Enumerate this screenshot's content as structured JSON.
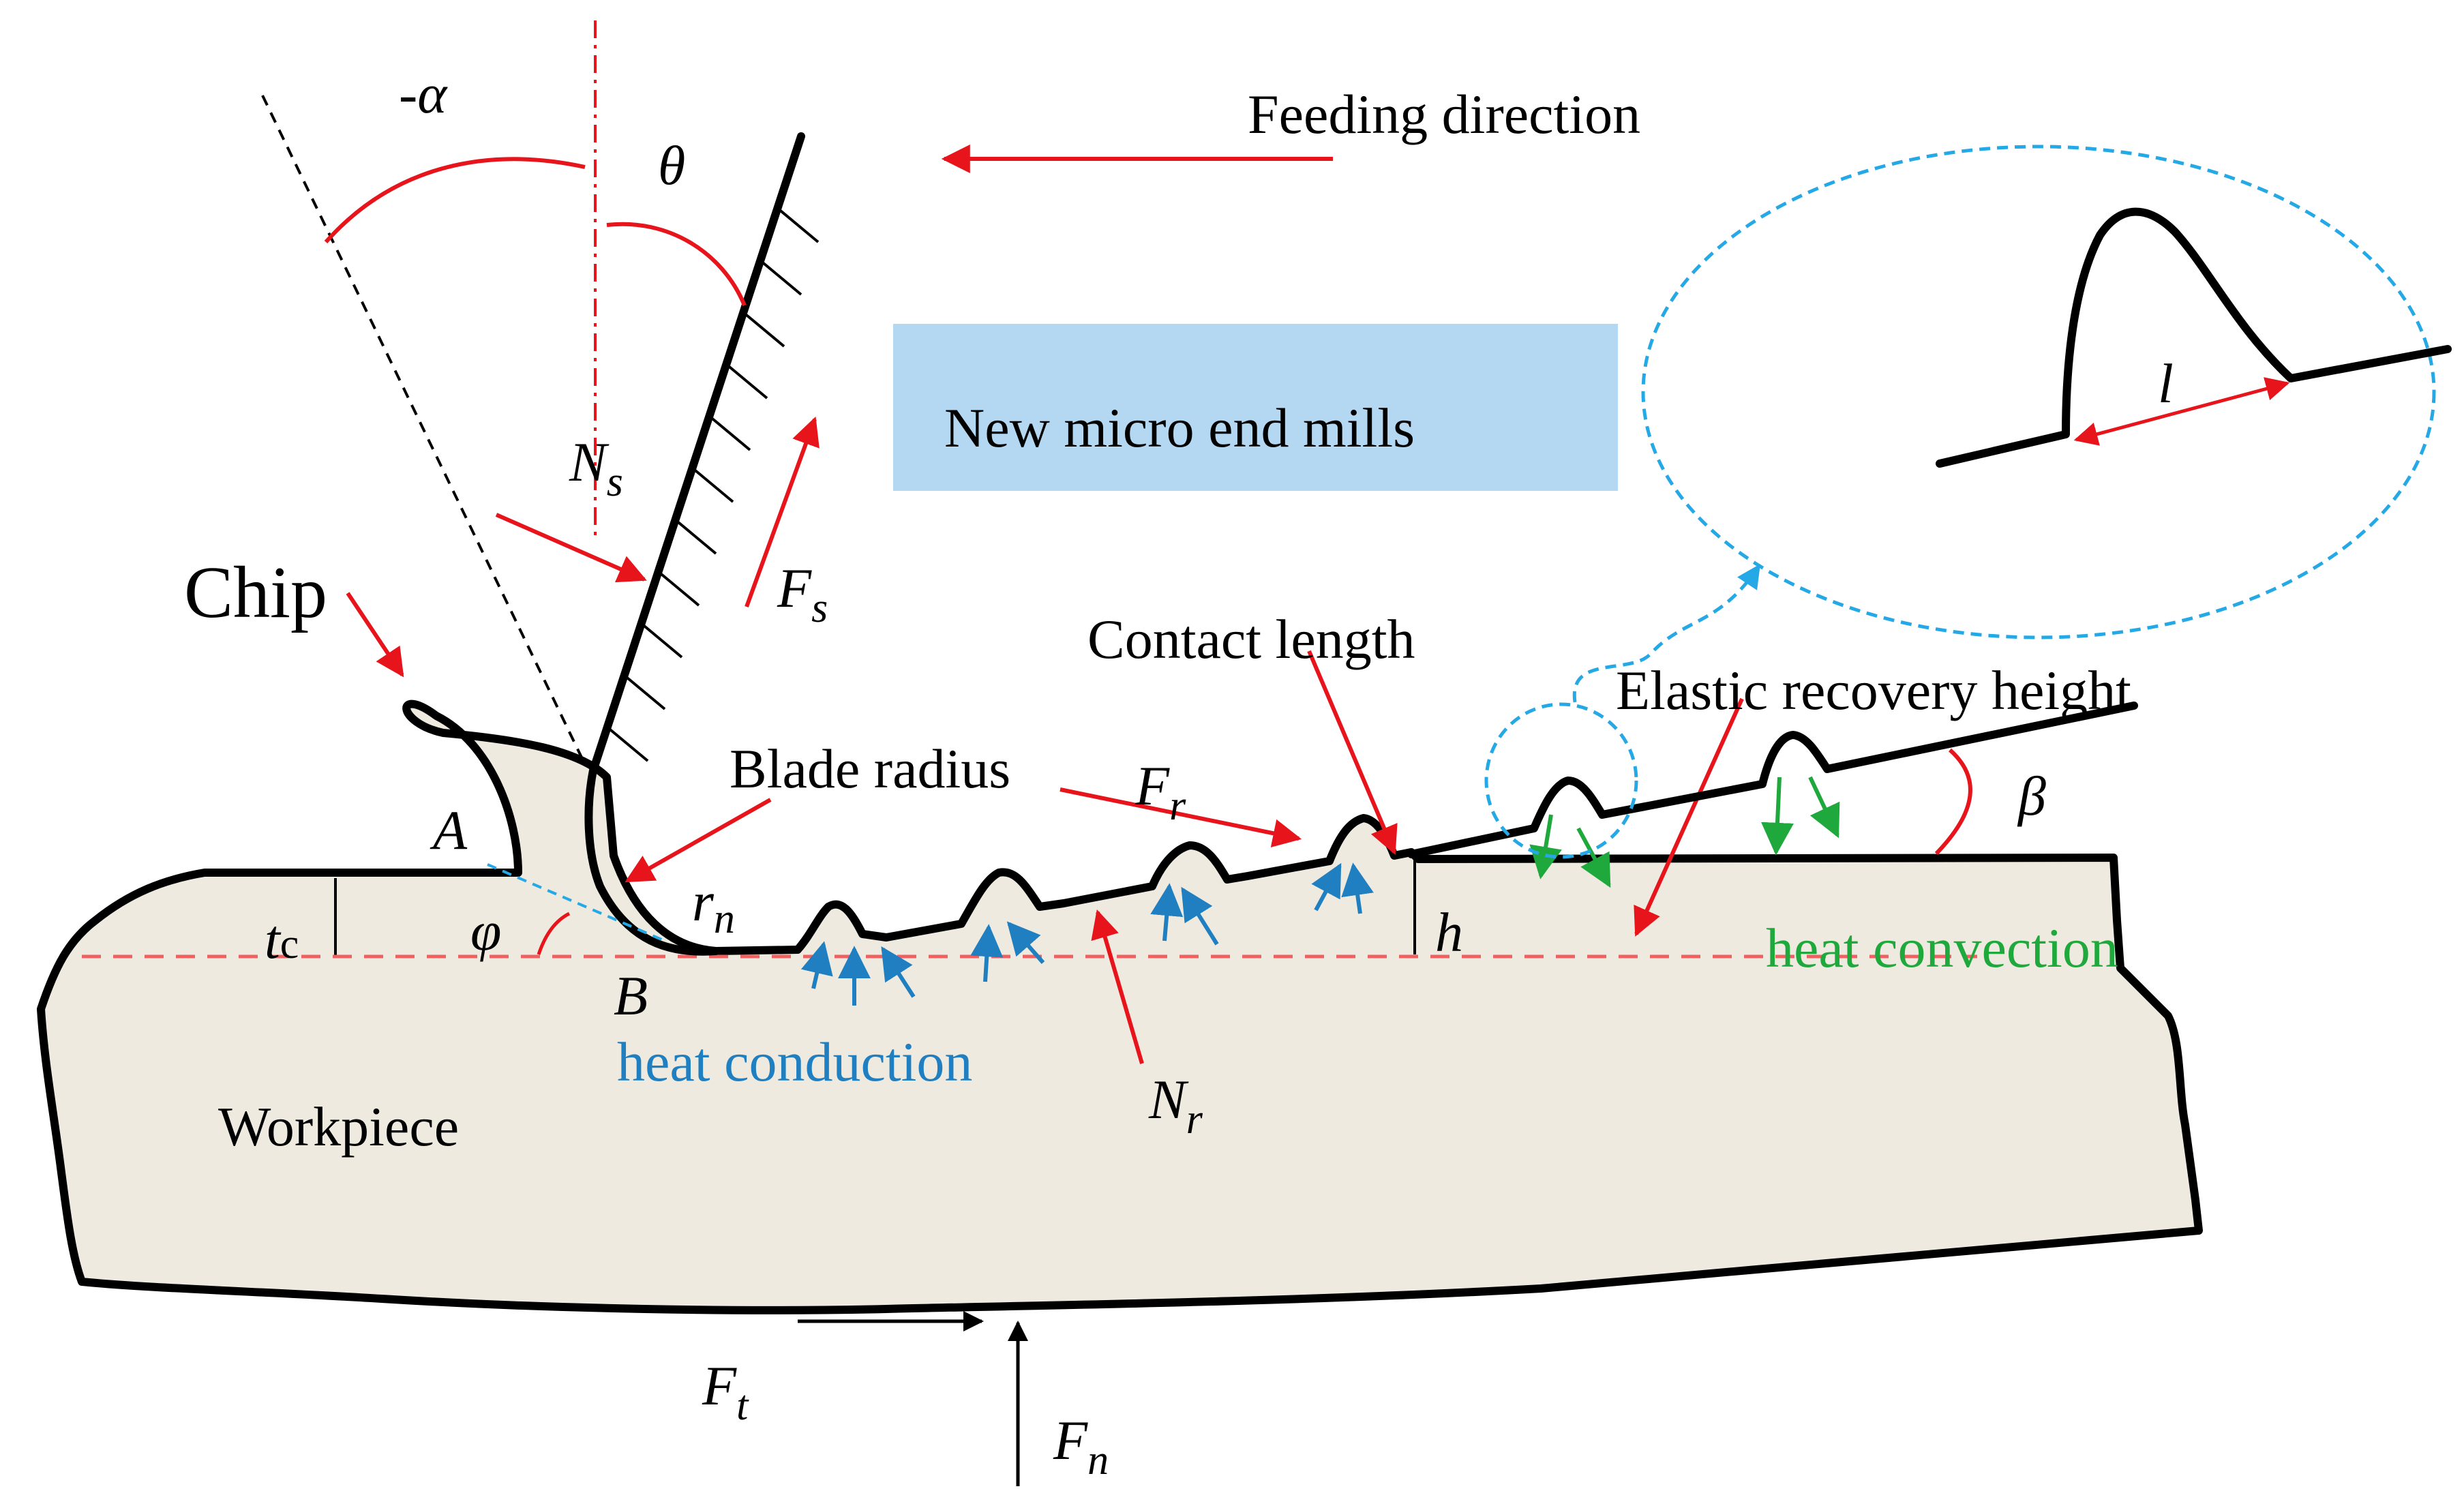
{
  "labels": {
    "feeding_direction": "Feeding direction",
    "new_micro_end_mills": "New micro end mills",
    "chip": "Chip",
    "contact_length": "Contact length",
    "elastic_recovery_height": "Elastic recovery height",
    "blade_radius": "Blade radius",
    "heat_conduction": "heat conduction",
    "heat_convection": "heat convection",
    "workpiece": "Workpiece"
  },
  "symbols": {
    "rake_angle": "-α",
    "theta": "θ",
    "ns_main": "N",
    "ns_sub": "s",
    "fs_main": "F",
    "fs_sub": "s",
    "fr_main": "F",
    "fr_sub": "r",
    "nr_main": "N",
    "nr_sub": "r",
    "ft_main": "F",
    "ft_sub": "t",
    "fn_main": "F",
    "fn_sub": "n",
    "rn_main": "r",
    "rn_sub": "n",
    "tc_main": "t",
    "tc_sub": "c",
    "phi": "φ",
    "point_a": "A",
    "point_b": "B",
    "h": "h",
    "beta": "β",
    "l": "l"
  },
  "colors": {
    "workpiece_fill": "#eeeadf",
    "outline": "#000000",
    "force_arrow": "#e8141b",
    "heat_conduction": "#1f7fc0",
    "heat_convection": "#1fa83c",
    "label_box": "#b4d8f2",
    "dashed_circle": "#25a9e6"
  }
}
